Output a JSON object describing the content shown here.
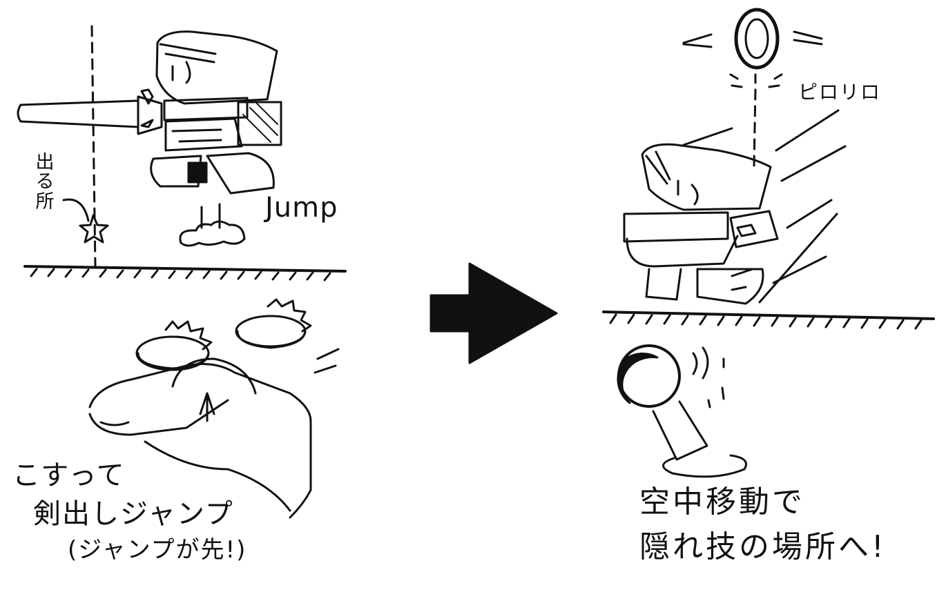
{
  "panel_left": {
    "spawn_label": "出る所",
    "jump_label": "Jump",
    "caption_lines": [
      "こすって",
      "剣出しジャンプ",
      "(ジャンプが先!)"
    ]
  },
  "panel_right": {
    "sound_label": "ピロリロ",
    "caption_lines": [
      "空中移動で",
      "隠れ技の場所へ!"
    ]
  },
  "colors": {
    "ink": "#111111",
    "paper": "#ffffff"
  }
}
